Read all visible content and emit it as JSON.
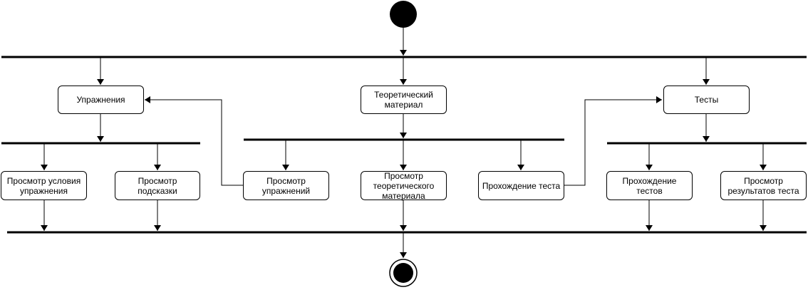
{
  "diagram": {
    "nodes": {
      "exercises": "Упражнения",
      "theory": "Теоретический материал",
      "tests": "Тесты",
      "view_exercise_condition": "Просмотр условия упражнения",
      "view_hint": "Просмотр подсказки",
      "view_exercises": "Просмотр упражнений",
      "view_theory": "Просмотр теоретического материала",
      "take_test": "Прохождение теста",
      "take_tests": "Прохождение тестов",
      "view_test_results": "Просмотр результатов теста"
    },
    "colors": {
      "stroke": "#000000",
      "fill": "#ffffff"
    }
  }
}
